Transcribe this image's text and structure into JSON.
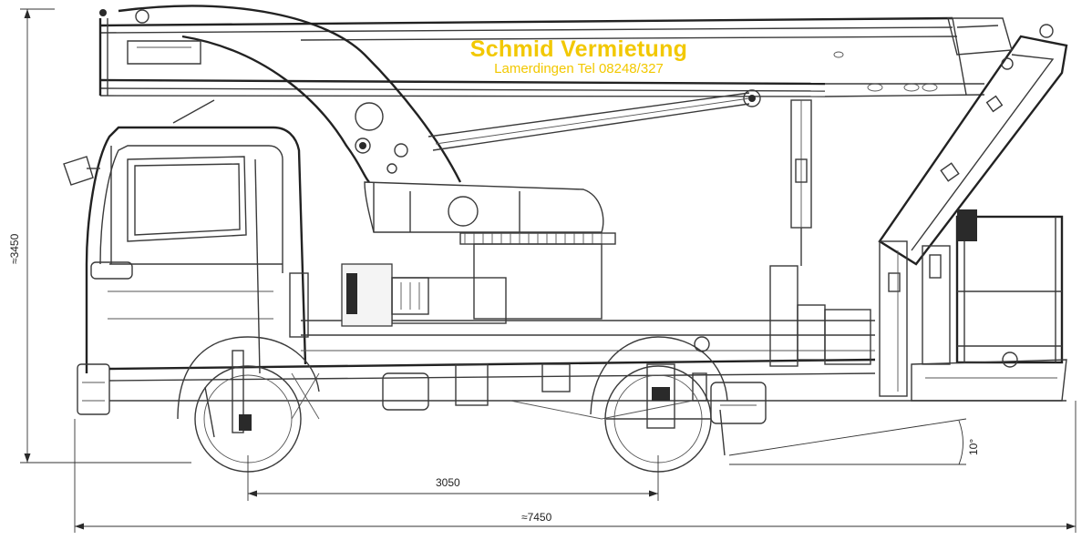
{
  "watermark": {
    "title": "Schmid Vermietung",
    "subtitle": "Lamerdingen Tel 08248/327",
    "color": "#f2c800"
  },
  "dimensions": {
    "height": "≈3450",
    "wheelbase": "3050",
    "length": "≈7450",
    "angle": "10°"
  }
}
